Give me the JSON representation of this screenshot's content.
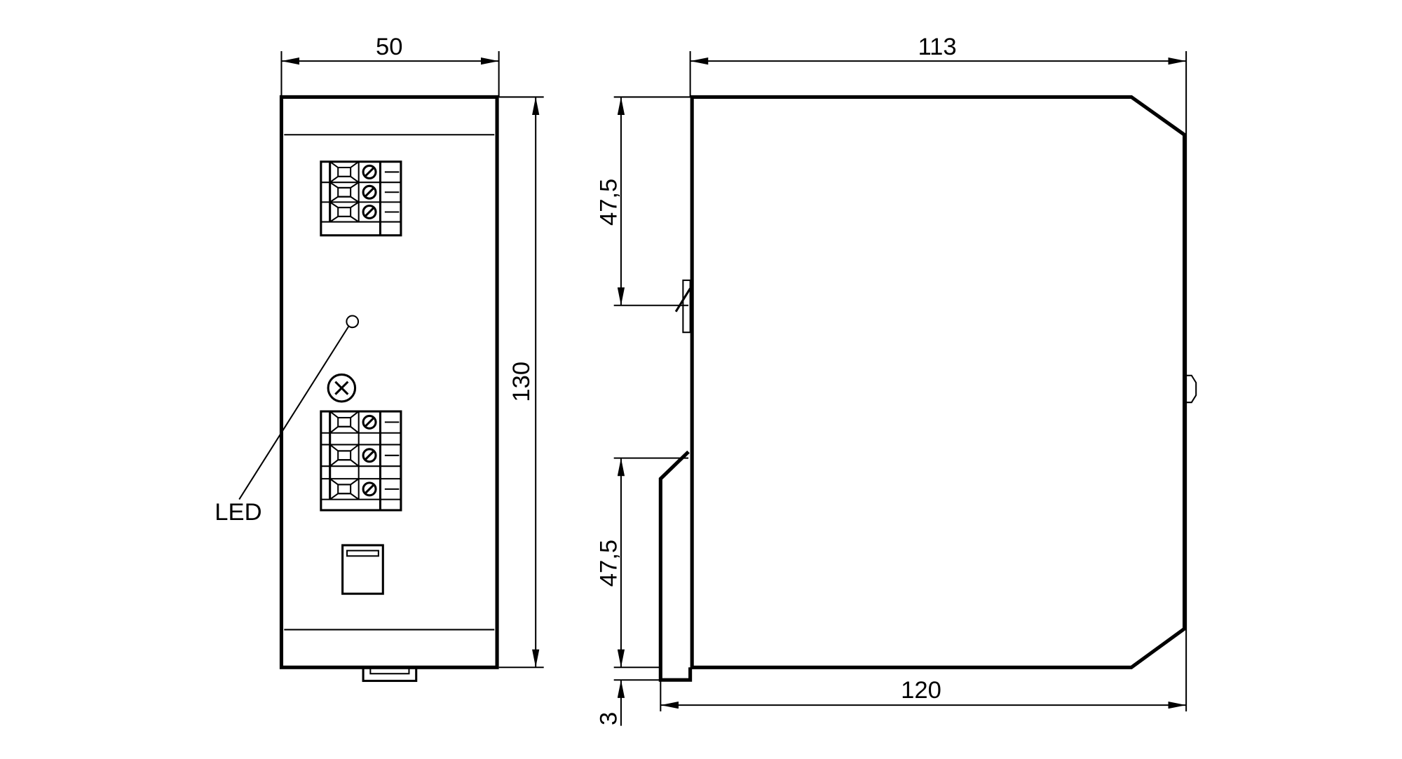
{
  "colors": {
    "line": "#000000",
    "background": "#ffffff"
  },
  "front_view": {
    "width_dim": "50",
    "height_dim": "130",
    "led_label": "LED"
  },
  "side_view": {
    "depth_dim": "113",
    "upper_rail_dim": "47,5",
    "lower_rail_dim": "47,5",
    "total_depth_dim": "120",
    "clip_offset_dim": "3"
  }
}
